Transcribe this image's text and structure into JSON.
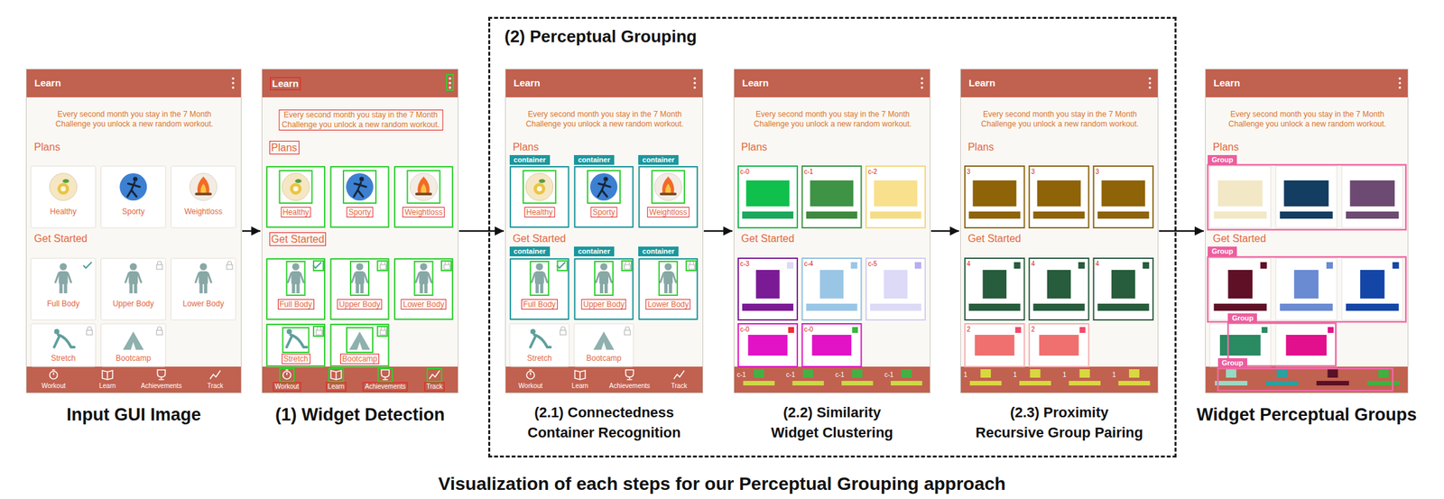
{
  "diagram": {
    "caption": "Visualization of each steps for our Perceptual Grouping approach",
    "nodes": [
      {
        "text": [
          "Input GUI Image"
        ]
      },
      {
        "text": [
          "(1) Widget Detection"
        ]
      },
      {
        "text": [
          "(2) Perceptual Grouping"
        ]
      },
      {
        "text": [
          "(2.1) Connectedness Container Recognition"
        ],
        "in": 2
      },
      {
        "text": [
          "(2.2) Similarity Widget Clustering"
        ],
        "in": 2
      },
      {
        "text": [
          "(2.3) Proximity Recursive Group Pairing"
        ],
        "in": 2
      },
      {
        "text": [
          "Widget Perceptual Groups"
        ]
      }
    ],
    "edges": [
      {
        "from": 0,
        "to": 1,
        "arrow": "to"
      },
      {
        "from": 1,
        "to": 3,
        "arrow": "to"
      },
      {
        "from": 3,
        "to": 4,
        "arrow": "to"
      },
      {
        "from": 4,
        "to": 5,
        "arrow": "to"
      },
      {
        "from": 5,
        "to": 6,
        "arrow": "to"
      }
    ],
    "labels": [
      "Learn",
      "Every second month you stay in the 7 Month Challenge you unlock a new random workout.",
      "Plans",
      "Healthy",
      "Sporty",
      "Weightloss",
      "Get Started",
      "Full Body",
      "Upper Body",
      "Lower Body",
      "Stretch",
      "Bootcamp",
      "Workout",
      "Learn",
      "Achievements",
      "Track",
      "Learn",
      "Every second month you stay in the 7 Month Challenge you unlock a new random workout.",
      "Plans",
      "Healthy",
      "Sporty",
      "Weightloss",
      "Get Started",
      "Full Body",
      "Upper Body",
      "Lower Body",
      "Stretch",
      "Bootcamp",
      "Workout",
      "Learn",
      "Achievements",
      "Track",
      "Learn",
      "Every second month you stay in the 7 Month Challenge you unlock a new random workout.",
      "Plans",
      "container",
      "container",
      "container",
      "Healthy",
      "Sporty",
      "Weightloss",
      "Get Started",
      "container",
      "container",
      "container",
      "Full Body",
      "Upper Body",
      "Lower Body",
      "Stretch",
      "Bootcamp",
      "Workout",
      "Learn",
      "Achievements",
      "Track",
      "Learn",
      "Every second month you stay in the 7 Month Challenge you unlock a new random workout.",
      "Plans",
      "c-0",
      "c-1",
      "c-2",
      "Get Started",
      "c-3",
      "c-4",
      "c-5",
      "c-0",
      "c-0",
      "c-1",
      "c-1",
      "c-1",
      "c-1",
      "Learn",
      "Every second month you stay in the 7 Month Challenge you unlock a new random workout.",
      "Plans",
      "3",
      "3",
      "3",
      "Get Started",
      "4",
      "4",
      "4",
      "2",
      "2",
      "1",
      "1",
      "1",
      "1",
      "Learn",
      "Every second month you stay in the 7 Month Challenge you unlock a new random workout.",
      "Plans",
      "Group",
      "Get Started",
      "Group",
      "Group",
      "Group"
    ]
  }
}
